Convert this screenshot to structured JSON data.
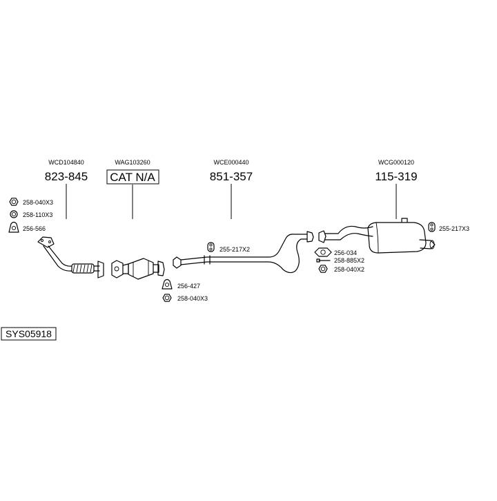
{
  "diagram": {
    "system_code": "SYS05918",
    "sections": [
      {
        "oe_ref": "WCD104840",
        "part_no": "823-845"
      },
      {
        "oe_ref": "WAG103260",
        "part_no": "CAT N/A"
      },
      {
        "oe_ref": "WCE000440",
        "part_no": "851-357"
      },
      {
        "oe_ref": "WCG000120",
        "part_no": "115-319"
      }
    ],
    "accessories": {
      "nut_front": "258-040X3",
      "ring_front": "258-110X3",
      "gasket_front": "256-566",
      "gasket_cat": "256-427",
      "nut_cat": "258-040X3",
      "mount_center": "255-217X2",
      "gasket_rear": "256-034",
      "bolt_rear": "258-885X2",
      "nut_rear": "258-040X2",
      "mount_rear": "255-217X3"
    }
  }
}
